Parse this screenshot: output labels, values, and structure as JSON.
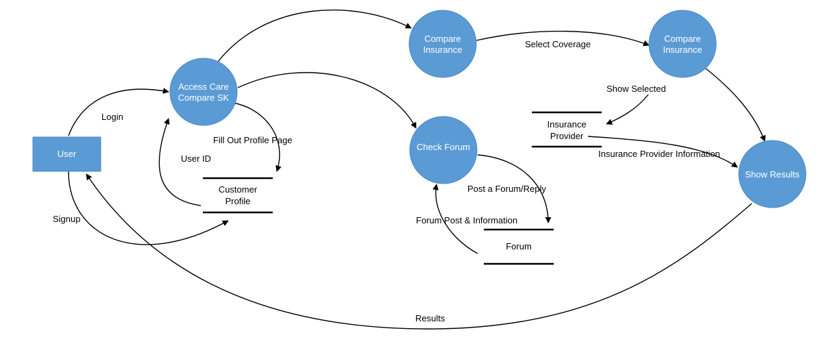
{
  "diagram": {
    "nodes": {
      "user": {
        "label": "User"
      },
      "access_care": {
        "line1": "Access Care",
        "line2": "Compare SK"
      },
      "compare_insurance_1": {
        "line1": "Compare",
        "line2": "Insurance"
      },
      "compare_insurance_2": {
        "line1": "Compare",
        "line2": "Insurance"
      },
      "check_forum": {
        "label": "Check Forum"
      },
      "show_results": {
        "label": "Show Results"
      }
    },
    "stores": {
      "customer_profile": {
        "line1": "Customer",
        "line2": "Profile"
      },
      "insurance_provider": {
        "line1": "Insurance",
        "line2": "Provider"
      },
      "forum": {
        "label": "Forum"
      }
    },
    "flows": {
      "login": "Login",
      "signup": "Signup",
      "user_id": "User ID",
      "fill_out_profile": "Fill Out Profile Page",
      "select_coverage": "Select Coverage",
      "show_selected": "Show Selected",
      "insurance_provider_information": "Insurance Provider Information",
      "post_forum_reply": "Post a Forum/Reply",
      "forum_post_information": "Forum Post & Information",
      "results": "Results"
    },
    "colors": {
      "node_fill": "#5b9bd5",
      "line": "#000000",
      "node_text": "#ffffff"
    }
  }
}
